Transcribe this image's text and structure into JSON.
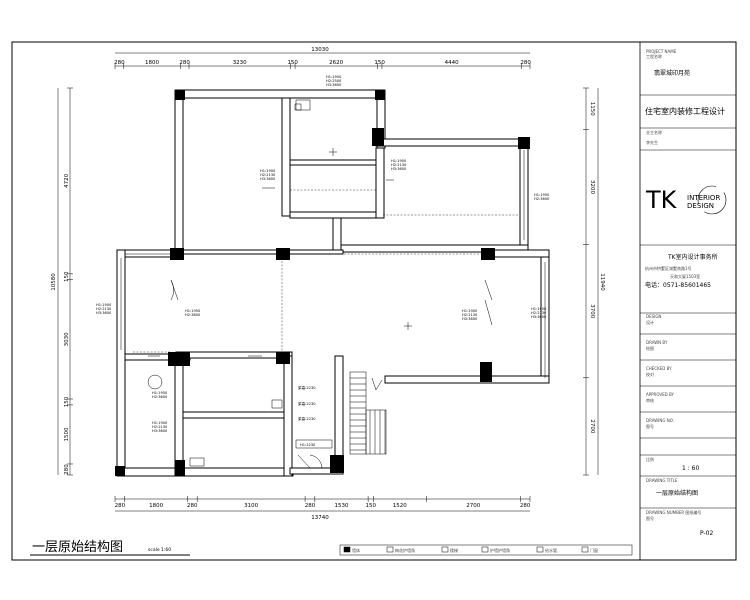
{
  "drawing": {
    "title": "一层原始结构图",
    "scale": "scale 1:60",
    "dims_top_total": "13030",
    "dims_top": [
      "280",
      "1800",
      "280",
      "3230",
      "150",
      "2620",
      "150",
      "4440",
      "280"
    ],
    "dims_bottom": [
      "280",
      "1800",
      "280",
      "3100",
      "280",
      "1530",
      "150",
      "1520",
      "2700",
      "280"
    ],
    "dims_bottom_total": "13740",
    "dims_left_total": "10580",
    "dims_left": [
      "4720",
      "150",
      "3030",
      "150",
      "1500",
      "280"
    ],
    "dims_right_total": "11940",
    "dims_right": [
      "1150",
      "3200",
      "3700",
      "2700"
    ],
    "room_labels": [
      "H1:1950\nH2:2500\nH3:3600",
      "H1:1900\nH2:2130\nH3:3600",
      "H1:1900\nH2:2130\nH3:3600",
      "H1:1950\nH2:3600",
      "H1:1900\nH2:2130\nH3:3600",
      "H1:1950\nH2:3600",
      "H1:1900\nH2:2130\nH3:3600",
      "H1:1900\nH2:2130\nH3:3600",
      "H1:1950\nH2:3600"
    ],
    "beam_labels": [
      "梁高:2230",
      "梁高:2230",
      "梁高:2230"
    ],
    "door_label": "H1:2230"
  },
  "legend": {
    "items": [
      "墙体",
      "梅花护墙角",
      "楼梯",
      "护墙护墙角",
      "给水管",
      "门窗"
    ]
  },
  "title_block": {
    "project_label": "PROJECT NAME\n工程名称",
    "project_name": "翡翠城印月苑",
    "project_type": "住宅室内装修工程设计",
    "client_label": "业主名称",
    "client_name": "李先生",
    "logo_letters": "TK",
    "logo_line1": "INTERIOR",
    "logo_line2": "DESIGN",
    "firm_name": "TK室内设计事务所",
    "address_1": "杭州市拱墅区湖墅南路1号",
    "address_2": "天和大厦1503室",
    "phone": "电话：0571-85601465",
    "fields": [
      {
        "label": "DESIGN",
        "value": "设计"
      },
      {
        "label": "DRAWN BY",
        "value": "绘图"
      },
      {
        "label": "CHECKED BY",
        "value": "校对"
      },
      {
        "label": "APPROVED BY",
        "value": "审核"
      },
      {
        "label": "DRAWING NO.",
        "value": "图号"
      }
    ],
    "scale_label": "比例",
    "scale_value": "1 : 60",
    "drawing_name_label": "DRAWING TITLE",
    "drawing_name": "一层原始结构图",
    "sheet_label": "DRAWING NUMBER 图纸编号",
    "sheet_no_label": "图号",
    "sheet_no": "P-02"
  }
}
